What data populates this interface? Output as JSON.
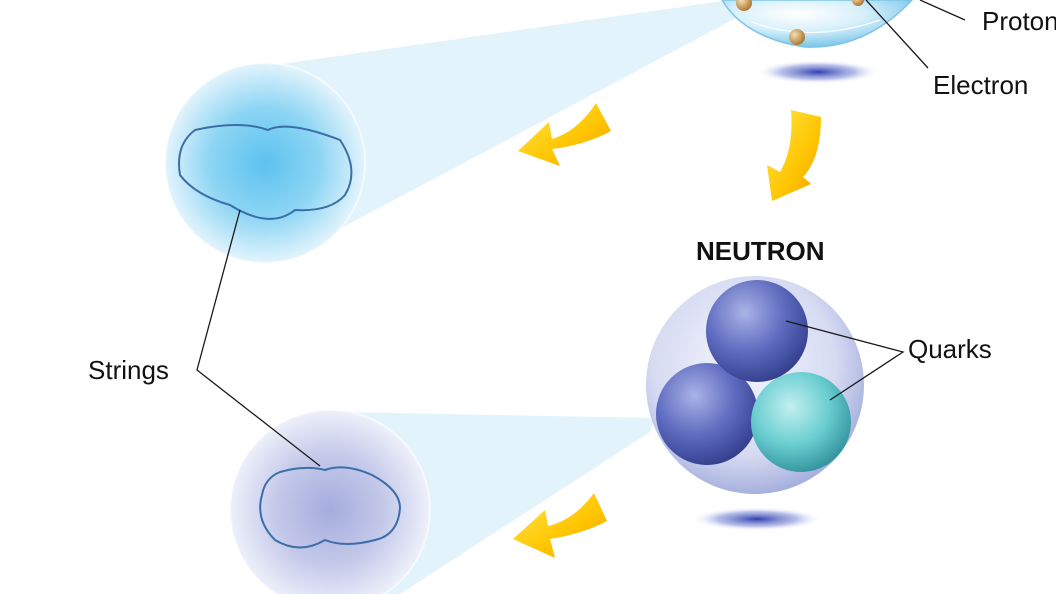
{
  "labels": {
    "proton": "Proton",
    "electron": "Electron",
    "neutron": "NEUTRON",
    "quarks": "Quarks",
    "strings": "Strings"
  },
  "colors": {
    "cone": "#dff2fb",
    "string_outline": "#3c6ea8",
    "arrow_yellow": "#ffd000",
    "arrow_orange": "#f3a400",
    "quark_blue": "#4f5fb2",
    "quark_teal": "#55c8c9",
    "leader_line": "#1a1a1a"
  },
  "icons": {
    "atom": "atom-sphere-icon",
    "neutron": "neutron-sphere-icon",
    "string_blue": "string-loop-icon",
    "string_violet": "string-loop-icon",
    "arrow": "curved-arrow-icon"
  }
}
